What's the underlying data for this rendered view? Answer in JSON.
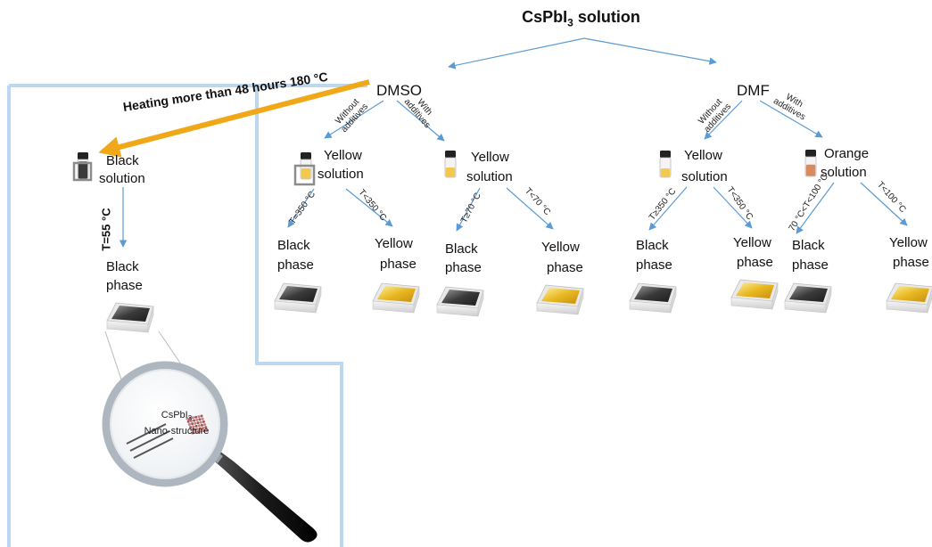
{
  "title": {
    "main": "CsPbI",
    "sub": "3",
    "rest": " solution"
  },
  "solvents": {
    "dmso": "DMSO",
    "dmf": "DMF"
  },
  "heating_label": "Heating more than 48 hours 180 °C",
  "left_panel": {
    "black_solution": [
      "Black",
      "solution"
    ],
    "temp": "T=55 °C",
    "black_phase": [
      "Black",
      "phase"
    ],
    "lens_caption": {
      "line1_main": "CsPbI",
      "line1_sub": "3",
      "line2": "Nano-structure"
    }
  },
  "branch_labels": {
    "without_additives": [
      "Without",
      "additives"
    ],
    "with_additives": [
      "With",
      "additives"
    ]
  },
  "solutions": {
    "dmso_without": [
      "Yellow",
      "solution"
    ],
    "dmso_with": [
      "Yellow",
      "solution"
    ],
    "dmf_without": [
      "Yellow",
      "solution"
    ],
    "dmf_with": [
      "Orange",
      "solution"
    ]
  },
  "temps": {
    "dmso_without_black": "T=350 °C",
    "dmso_without_yellow": "T<350 °C",
    "dmso_with_black": "T≥70 °C",
    "dmso_with_yellow": "T<70 °C",
    "dmf_without_black": "T≥350 °C",
    "dmf_without_yellow": "T<350 °C",
    "dmf_with_black": "70 °C<T<100 °C",
    "dmf_with_yellow": "T<100 °C"
  },
  "phases": {
    "black": [
      "Black",
      "phase"
    ],
    "yellow": [
      "Yellow",
      "phase"
    ]
  },
  "colors": {
    "arrow_blue": "#5b9bd5",
    "panel_border": "#bdd7ee",
    "heat_arrow": "#f0a818",
    "yellow_liquid": "#f2c94c",
    "orange_liquid": "#d98b5f",
    "black_film": "#3a3a3a",
    "yellow_film": "#e8b923"
  }
}
